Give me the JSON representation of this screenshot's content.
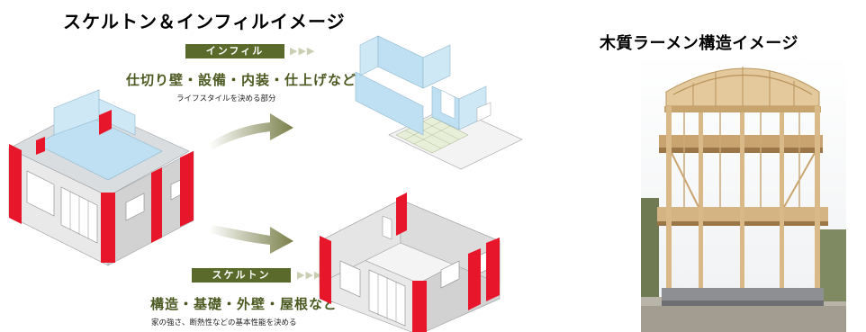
{
  "left": {
    "title": "スケルトン＆インフィルイメージ",
    "infill": {
      "tag": "インフィル",
      "arrows": "▶▶▶",
      "heading": "仕切り壁・設備・内装・仕上げなど",
      "caption": "ライフスタイルを決める部分"
    },
    "skeleton": {
      "tag": "スケルトン",
      "arrows": "▶▶▶",
      "heading": "構造・基礎・外壁・屋根など",
      "caption": "家の強さ、断熱性などの基本性能を決める"
    }
  },
  "right": {
    "title": "木質ラーメン構造イメージ"
  },
  "colors": {
    "accent_red": "#e8162a",
    "tag_green": "#5a6a2a",
    "infill_blue": "#bfe0f2",
    "wood": "#d7b98a"
  }
}
